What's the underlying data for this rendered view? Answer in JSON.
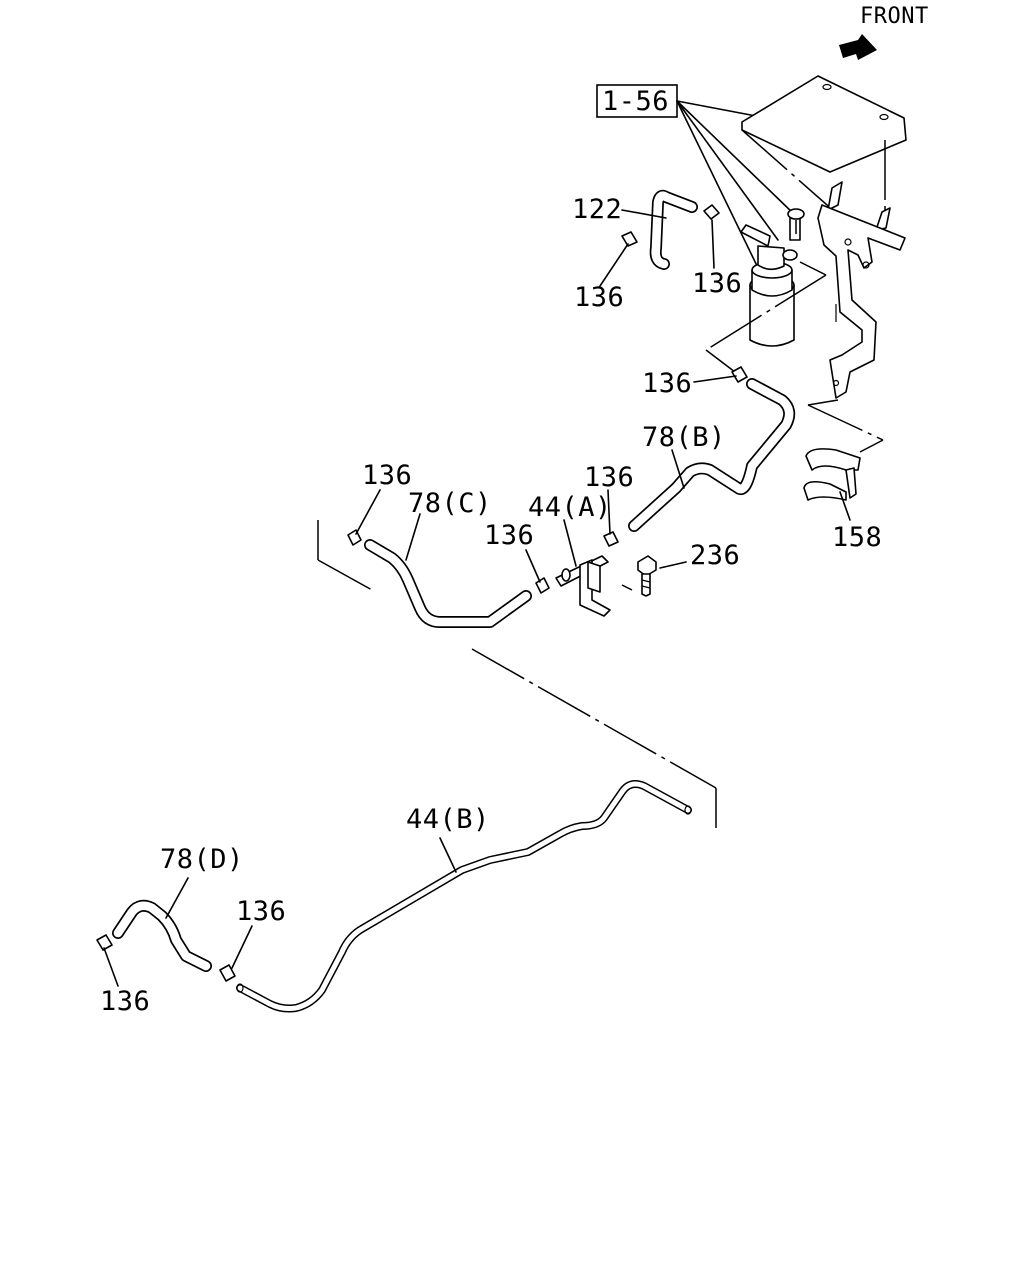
{
  "orientation": {
    "front_label": "FRONT"
  },
  "callouts": {
    "ref_1_56": "1-56",
    "p122": "122",
    "p136_left_top": "136",
    "p136_canister": "136",
    "p136_upper_hose": "136",
    "p78B": "78(B)",
    "p136_78C": "136",
    "p78C": "78(C)",
    "p44A": "44(A)",
    "p136_pipeA_right": "136",
    "p136_pipeA_left": "136",
    "p236": "236",
    "p158": "158",
    "p44B": "44(B)",
    "p78D": "78(D)",
    "p136_lower_mid": "136",
    "p136_lower_left": "136"
  }
}
